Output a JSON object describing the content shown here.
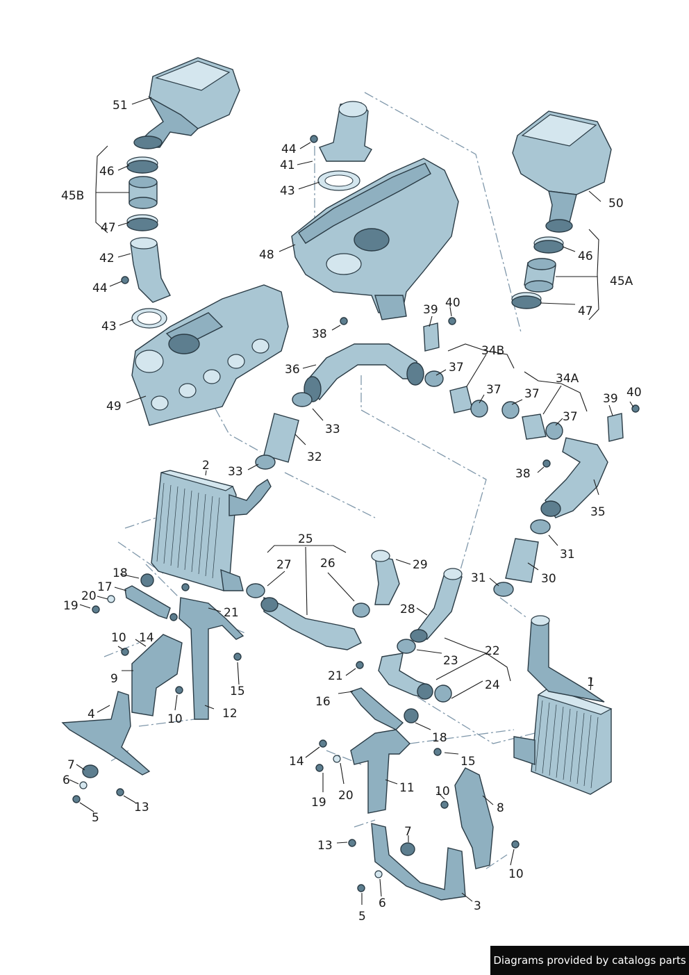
{
  "footer": {
    "credit": "Diagrams provided by catalogs parts"
  },
  "callouts": {
    "c1": "1",
    "c2": "2",
    "c3": "3",
    "c4": "4",
    "c5a": "5",
    "c5b": "5",
    "c6a": "6",
    "c6b": "6",
    "c7a": "7",
    "c7b": "7",
    "c8": "8",
    "c9": "9",
    "c10a": "10",
    "c10b": "10",
    "c10c": "10",
    "c10d": "10",
    "c11": "11",
    "c12": "12",
    "c13a": "13",
    "c13b": "13",
    "c14a": "14",
    "c14b": "14",
    "c15a": "15",
    "c15b": "15",
    "c16": "16",
    "c17": "17",
    "c18a": "18",
    "c18b": "18",
    "c19a": "19",
    "c19b": "19",
    "c20a": "20",
    "c20b": "20",
    "c21a": "21",
    "c21b": "21",
    "c22": "22",
    "c23": "23",
    "c24": "24",
    "c25": "25",
    "c26": "26",
    "c27": "27",
    "c28": "28",
    "c29": "29",
    "c30": "30",
    "c31a": "31",
    "c31b": "31",
    "c32": "32",
    "c33a": "33",
    "c33b": "33",
    "c34a": "34A",
    "c34b": "34B",
    "c35": "35",
    "c36": "36",
    "c37a": "37",
    "c37b": "37",
    "c37c": "37",
    "c37d": "37",
    "c38a": "38",
    "c38b": "38",
    "c39a": "39",
    "c39b": "39",
    "c40a": "40",
    "c40b": "40",
    "c41": "41",
    "c42": "42",
    "c43a": "43",
    "c43b": "43",
    "c44a": "44",
    "c44b": "44",
    "c45a": "45A",
    "c45b": "45B",
    "c46a": "46",
    "c46b": "46",
    "c47a": "47",
    "c47b": "47",
    "c48": "48",
    "c49": "49",
    "c50": "50",
    "c51": "51"
  }
}
